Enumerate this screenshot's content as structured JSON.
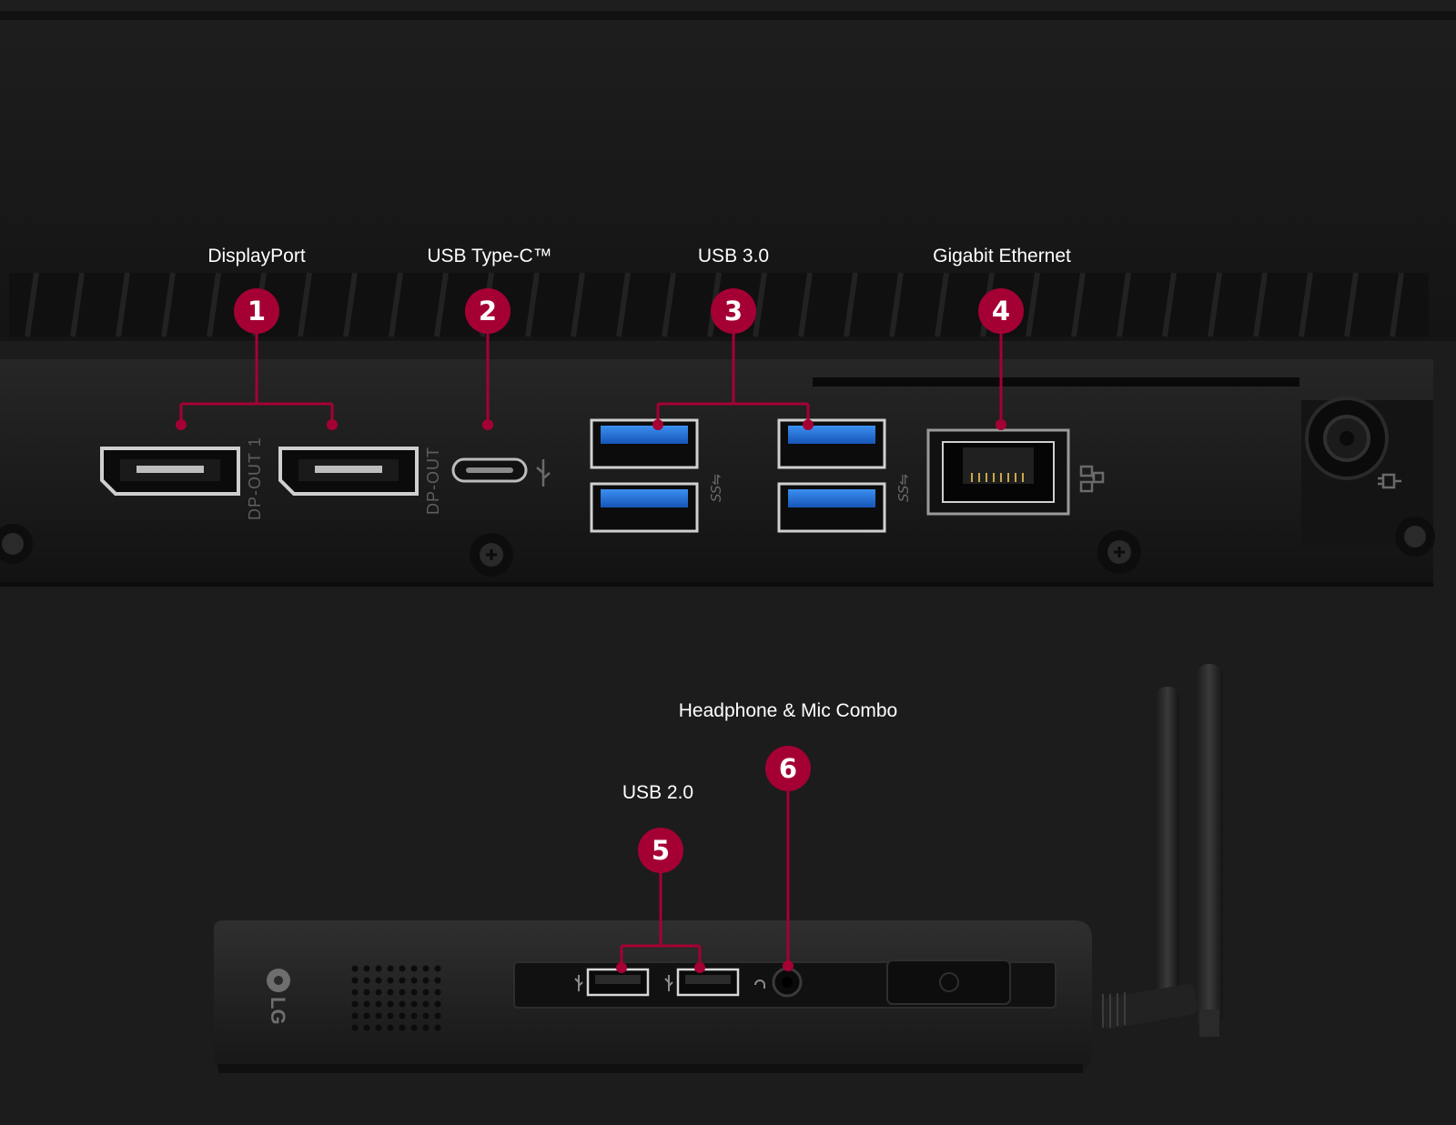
{
  "colors": {
    "accent": "#a50034",
    "background": "#1c1c1c",
    "panel": "#161616",
    "usb3_blue": "#1f6fd6"
  },
  "rear_panel": {
    "callouts": [
      {
        "number": "1",
        "label": "DisplayPort"
      },
      {
        "number": "2",
        "label": "USB Type-C™"
      },
      {
        "number": "3",
        "label": "USB 3.0"
      },
      {
        "number": "4",
        "label": "Gigabit Ethernet"
      }
    ],
    "port_labels": {
      "dp_out_1": "DP-OUT 1",
      "dp_out": "DP-OUT"
    },
    "icons": [
      "usb-icon",
      "ss-usb-icon",
      "network-icon",
      "power-icon"
    ]
  },
  "front_panel": {
    "callouts": [
      {
        "number": "5",
        "label": "USB 2.0"
      },
      {
        "number": "6",
        "label": "Headphone & Mic Combo"
      }
    ],
    "logo_text": "LG",
    "icons": [
      "usb-icon",
      "headphone-icon",
      "power-button-icon"
    ]
  }
}
